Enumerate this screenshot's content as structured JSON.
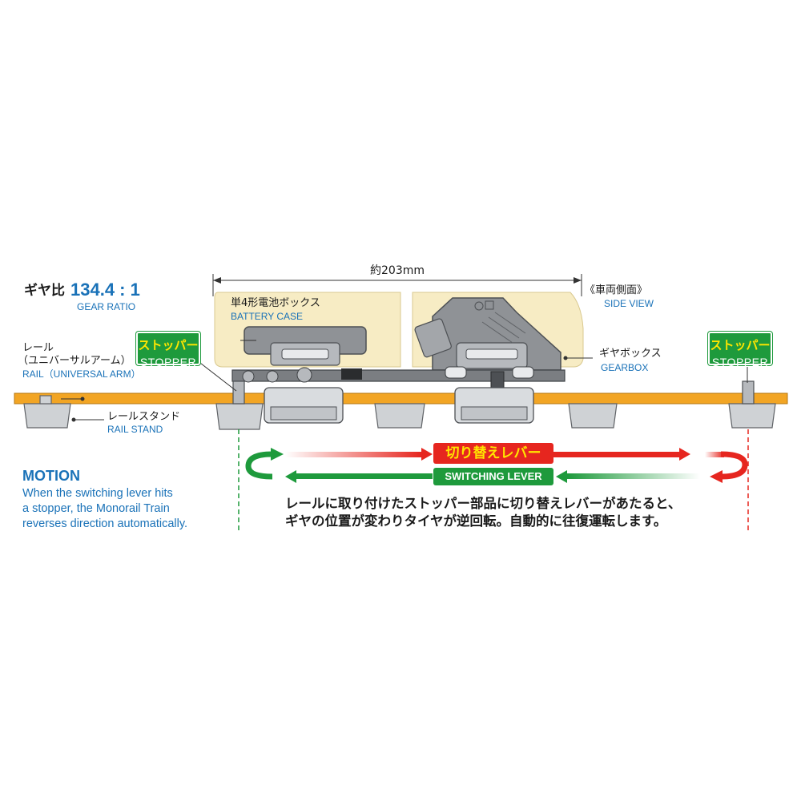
{
  "dimension": {
    "label": "約203mm"
  },
  "gear_ratio": {
    "label_jp": "ギヤ比",
    "value": "134.4 : 1",
    "label_en": "GEAR RATIO"
  },
  "battery_case": {
    "label_jp": "単4形電池ボックス",
    "label_en": "BATTERY CASE"
  },
  "side_view": {
    "label_jp": "《車両側面》",
    "label_en": "SIDE VIEW"
  },
  "gearbox": {
    "label_jp": "ギヤボックス",
    "label_en": "GEARBOX"
  },
  "rail": {
    "label_jp_1": "レール",
    "label_jp_2": "（ユニバーサルアーム）",
    "label_en": "RAIL（UNIVERSAL ARM）"
  },
  "rail_stand": {
    "label_jp": "レールスタンド",
    "label_en": "RAIL STAND"
  },
  "stopper_left": {
    "label_jp": "ストッパー",
    "label_en": "STOPPER"
  },
  "stopper_right": {
    "label_jp": "ストッパー",
    "label_en": "STOPPER"
  },
  "switching_lever": {
    "label_jp": "切り替えレバー",
    "label_en": "SWITCHING LEVER"
  },
  "motion": {
    "title": "MOTION",
    "lines": [
      "When the switching lever hits",
      "a stopper, the Monorail Train",
      "reverses direction automatically."
    ]
  },
  "description_jp": {
    "lines": [
      "レールに取り付けたストッパー部品に切り替えレバーがあたると、",
      "ギヤの位置が変わりタイヤが逆回転。自動的に往復運転します。"
    ]
  },
  "colors": {
    "rail": "#f2a524",
    "panel": "#f7ecc4",
    "gray": "#8f9296",
    "stand": "#cfd2d5",
    "green": "#1e9a3c",
    "red": "#e6261f",
    "blue_text": "#1a72b8",
    "yellow_text": "#ffe600"
  }
}
